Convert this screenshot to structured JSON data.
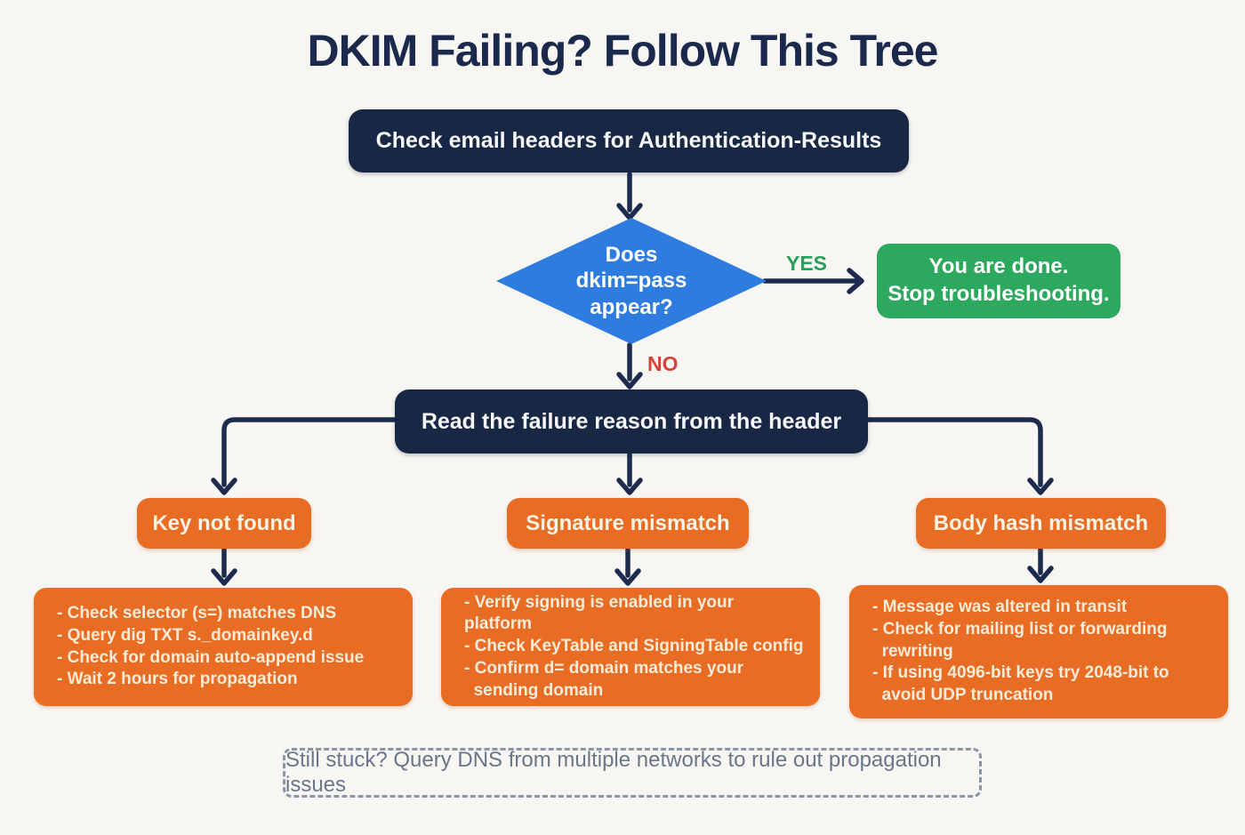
{
  "title": "DKIM Failing? Follow This Tree",
  "colors": {
    "background": "#f8f6f3",
    "navy": "#182743",
    "blue": "#2e7ce0",
    "green": "#2ca95f",
    "orange": "#e96c24",
    "red": "#d8403a",
    "cream_text": "#f8ecd9",
    "footer_gray": "#6a7689"
  },
  "nodes": {
    "start": "Check email headers for Authentication-Results",
    "decision": "Does\ndkim=pass\nappear?",
    "done": "You are done.\nStop troubleshooting.",
    "read_reason": "Read the failure reason from the header"
  },
  "edges": {
    "yes": "YES",
    "no": "NO"
  },
  "branches": [
    {
      "label": "Key not found",
      "details": "- Check selector (s=) matches DNS\n- Query dig TXT s._domainkey.d\n- Check for domain auto-append issue\n- Wait 2 hours for propagation"
    },
    {
      "label": "Signature mismatch",
      "details": "- Verify signing is enabled in your platform\n- Check KeyTable and SigningTable config\n- Confirm d= domain matches your\n  sending domain"
    },
    {
      "label": "Body hash mismatch",
      "details": "- Message was altered in transit\n- Check for mailing list or forwarding\n  rewriting\n- If using 4096-bit keys try 2048-bit to\n  avoid UDP truncation"
    }
  ],
  "footer": "Still stuck? Query DNS from multiple networks to rule out propagation issues"
}
